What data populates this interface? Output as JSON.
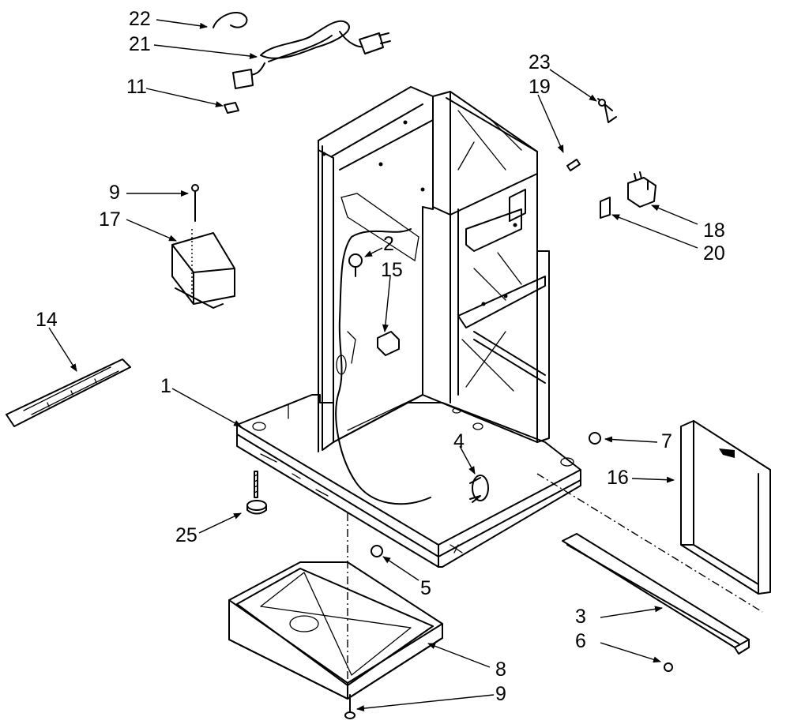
{
  "callouts": {
    "c22": "22",
    "c21": "21",
    "c11": "11",
    "c9a": "9",
    "c17": "17",
    "c14": "14",
    "c1": "1",
    "c25": "25",
    "c2": "2",
    "c15": "15",
    "c4": "4",
    "c5": "5",
    "c8": "8",
    "c9b": "9",
    "c23": "23",
    "c19": "19",
    "c18": "18",
    "c20": "20",
    "c7": "7",
    "c16": "16",
    "c3": "3",
    "c6": "6"
  }
}
